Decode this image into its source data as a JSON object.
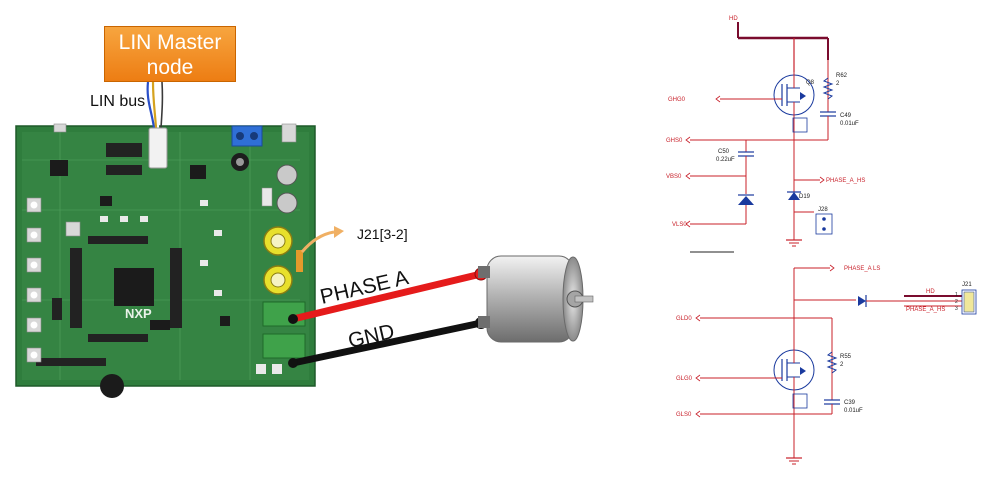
{
  "left_diagram": {
    "lin_master_line1": "LIN Master",
    "lin_master_line2": "node",
    "lin_bus": "LIN bus",
    "j21_pins": "J21[3-2]",
    "phase_a": "PHASE A",
    "gnd": "GND",
    "board_logo": "NXP",
    "wire_colors": {
      "phase": "#e51b1b",
      "gnd": "#111111",
      "lin_master": "#ee8418"
    }
  },
  "schematic": {
    "hd_top": "HD",
    "q8": "Q8",
    "r62": "R62",
    "r62_val": "2",
    "c49": "C49",
    "c49_val": "0.01uF",
    "ghg0": "GHG0",
    "ghs0": "GHS0",
    "c50": "C50",
    "c50_val": "0.22uF",
    "vbs0": "VBS0",
    "vls0": "VLS0",
    "phase_a_hs": "PHASE_A_HS",
    "d19": "D19",
    "j28": "J28",
    "phase_a_ls": "PHASE_A LS",
    "j21": "J21",
    "hd_conn": "HD",
    "phase_a_hs_conn": "PHASE_A_HS",
    "pin1": "1",
    "pin2": "2",
    "pin3": "3",
    "gld0": "GLD0",
    "glg0": "GLG0",
    "gls0": "GLS0",
    "r55": "R55",
    "r55_val": "2",
    "c39": "C39",
    "c39_val": "0.01uF",
    "colors": {
      "wire": "#c8202a",
      "bus": "#7a0c2e",
      "component": "#1a3a9e"
    }
  }
}
